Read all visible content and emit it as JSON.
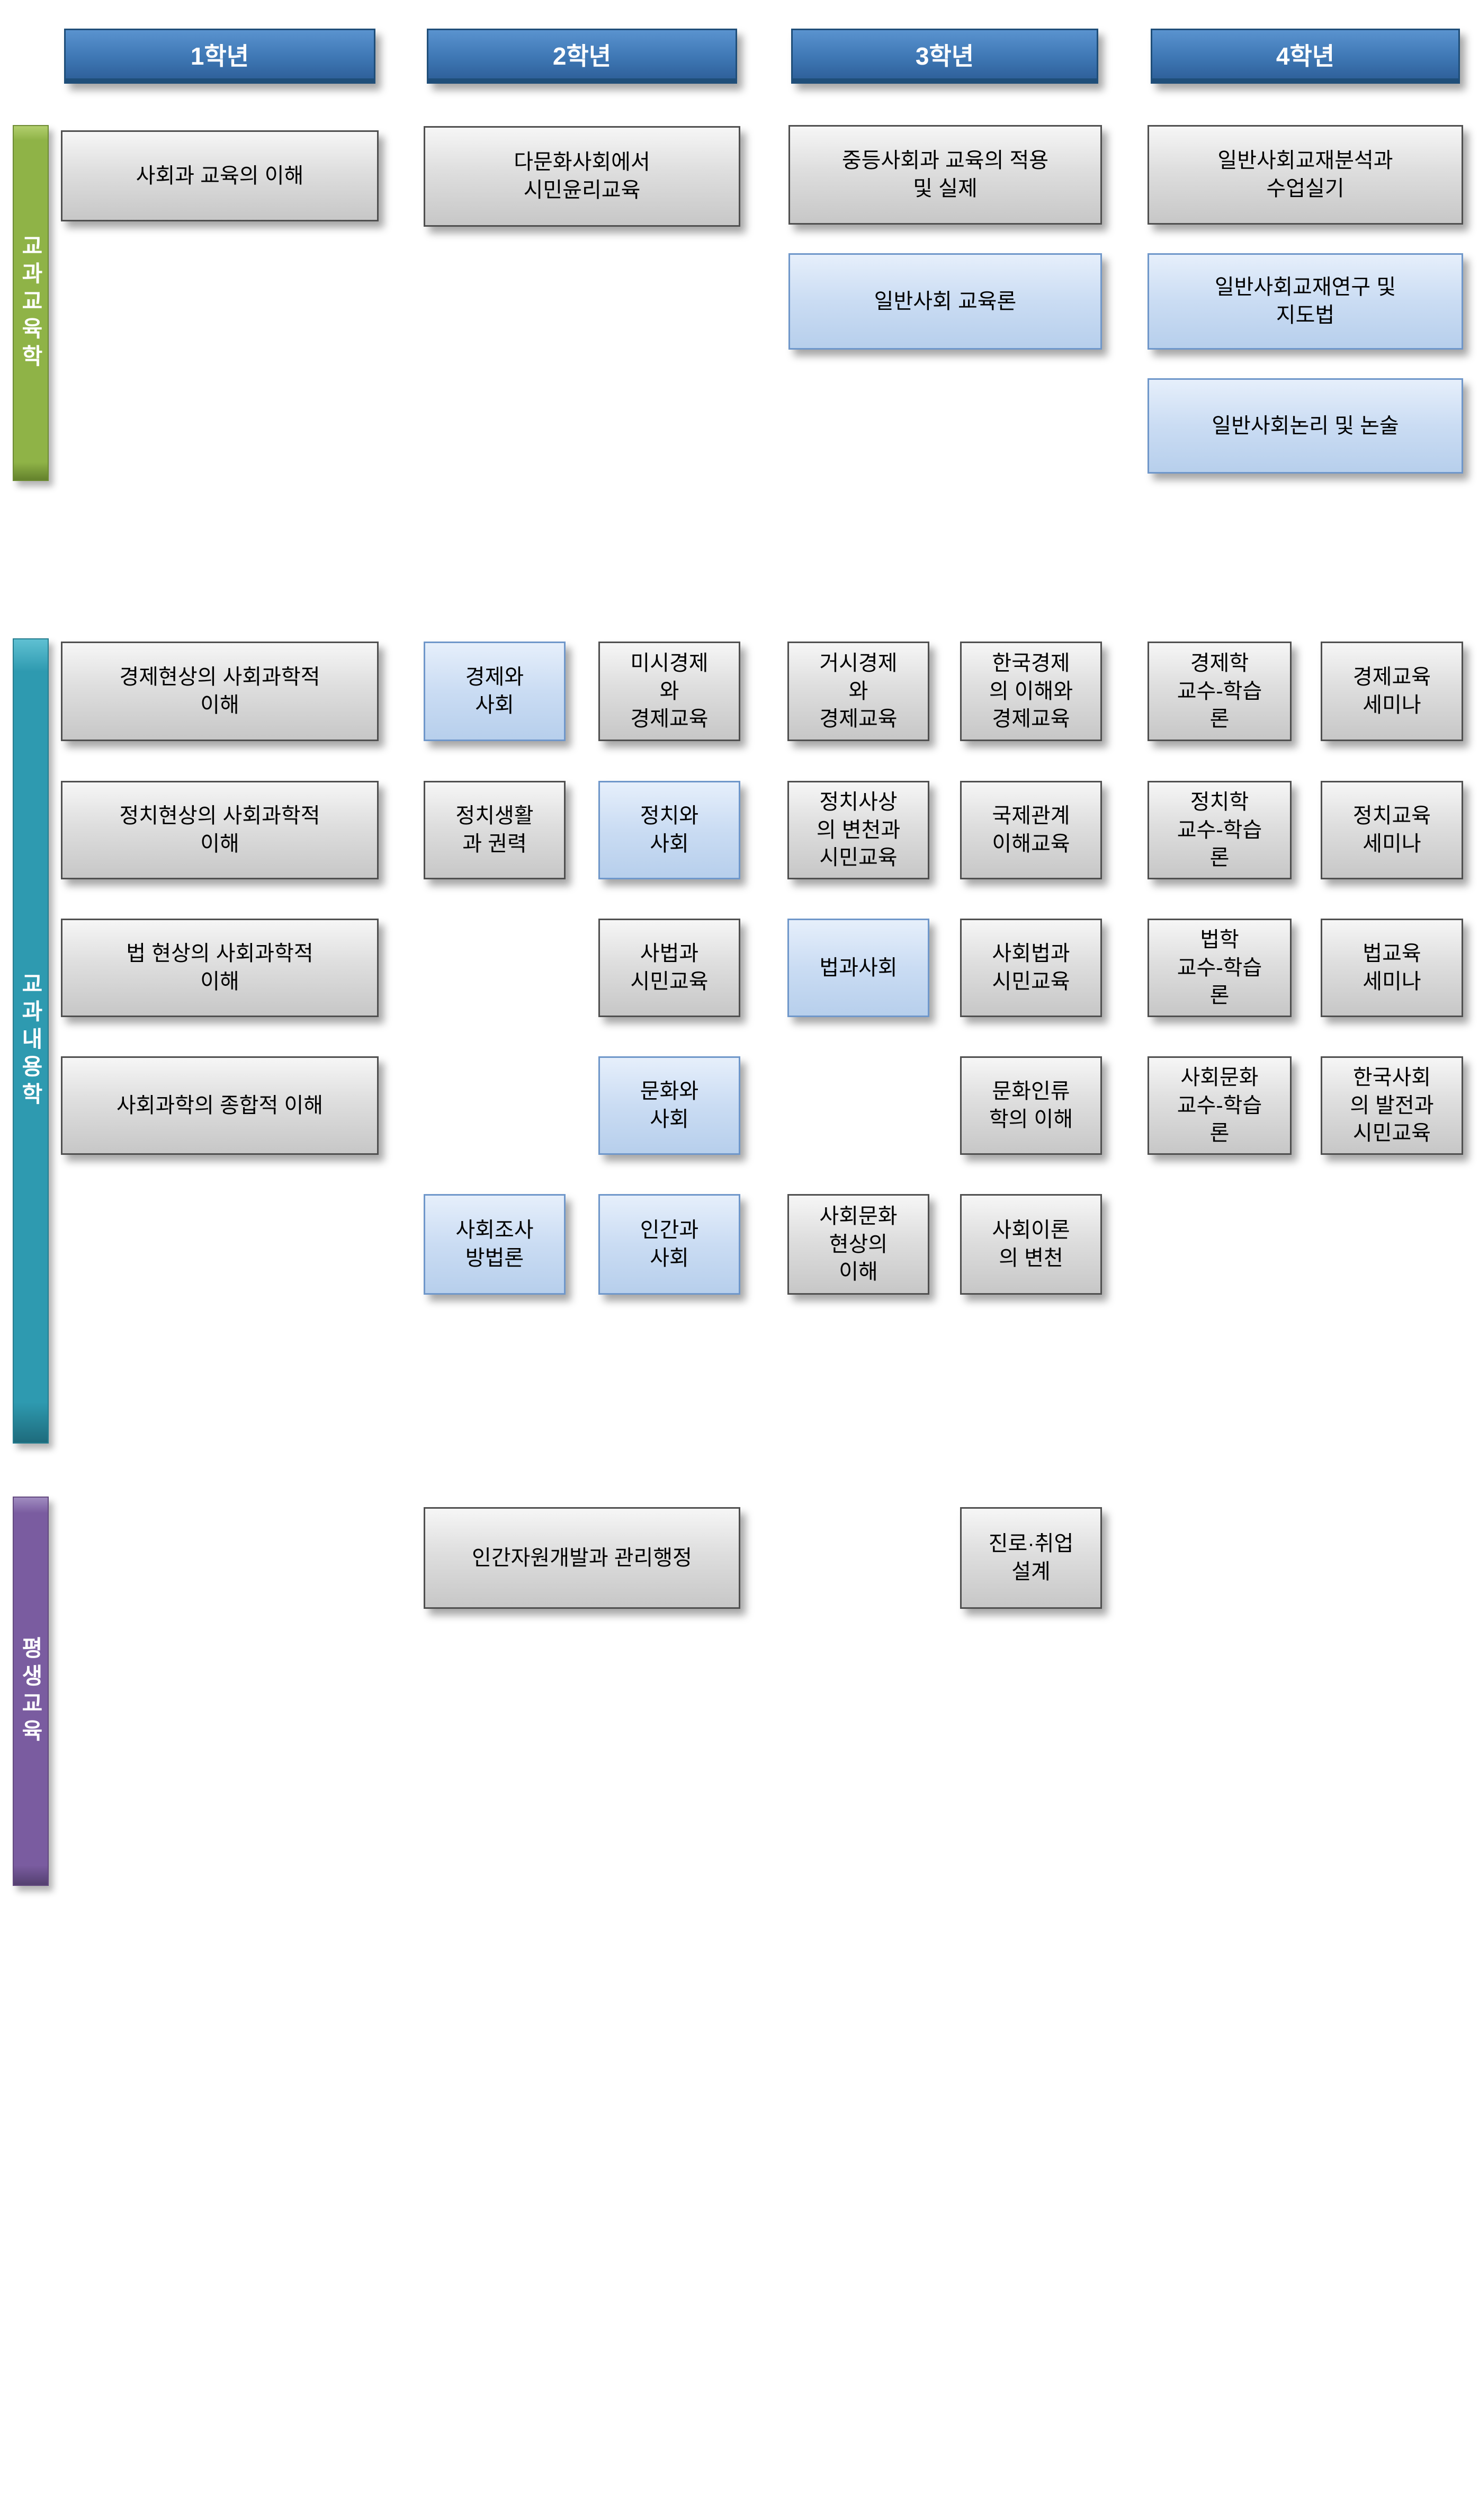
{
  "headers": [
    {
      "label": "1학년"
    },
    {
      "label": "2학년"
    },
    {
      "label": "3학년"
    },
    {
      "label": "4학년"
    }
  ],
  "sections": {
    "pedagogy": {
      "label": "교과교육학",
      "courses": {
        "intro_social_studies": "사회과 교육의 이해",
        "multicultural_civic_ethics": "다문화사회에서\n시민윤리교육",
        "secondary_application": "중등사회과 교육의 적용\n및 실제",
        "general_social_education": "일반사회 교육론",
        "textbook_analysis_practice": "일반사회교재분석과\n수업실기",
        "textbook_research_methods": "일반사회교재연구 및\n지도법",
        "logic_essay": "일반사회논리 및 논술"
      }
    },
    "content": {
      "label": "교과내용학",
      "courses": {
        "econ_phenomena": "경제현상의 사회과학적\n이해",
        "economy_society": "경제와\n사회",
        "micro_econ": "미시경제\n와\n경제교육",
        "macro_econ": "거시경제\n와\n경제교육",
        "korean_econ": "한국경제\n의 이해와\n경제교육",
        "econ_teaching": "경제학\n교수-학습\n론",
        "econ_seminar": "경제교육\n세미나",
        "politics_phenomena": "정치현상의 사회과학적\n이해",
        "political_life_power": "정치생활\n과 권력",
        "politics_society": "정치와\n사회",
        "political_thought": "정치사상\n의 변천과\n시민교육",
        "intl_relations": "국제관계\n이해교육",
        "politics_teaching": "정치학\n교수-학습\n론",
        "politics_seminar": "정치교육\n세미나",
        "law_phenomena": "법 현상의 사회과학적\n이해",
        "judiciary_civic": "사법과\n시민교육",
        "law_society": "법과사회",
        "social_law_civic": "사회법과\n시민교육",
        "law_teaching": "법학\n교수-학습\n론",
        "law_seminar": "법교육\n세미나",
        "integrated_social_science": "사회과학의 종합적 이해",
        "culture_society": "문화와\n사회",
        "cultural_anthropology": "문화인류\n학의 이해",
        "socioculture_teaching": "사회문화\n교수-학습\n론",
        "korean_society_dev": "한국사회\n의 발전과\n시민교육",
        "social_research_methods": "사회조사\n방법론",
        "human_society": "인간과\n사회",
        "sociocultural_phenomena": "사회문화\n현상의\n이해",
        "social_theory": "사회이론\n의 변천"
      }
    },
    "lifelong": {
      "label": "평생교육",
      "courses": {
        "hr_development": "인간자원개발과 관리행정",
        "career_design": "진로·취업\n설계"
      }
    }
  },
  "colors": {
    "header_blue": "#3f78b5",
    "gray_box_fill": "#d9d9d9",
    "blue_box_fill": "#c9dcf3",
    "pedagogy_bar": "#8fb347",
    "content_bar": "#2e9ab0",
    "lifelong_bar": "#7a5ca0"
  }
}
